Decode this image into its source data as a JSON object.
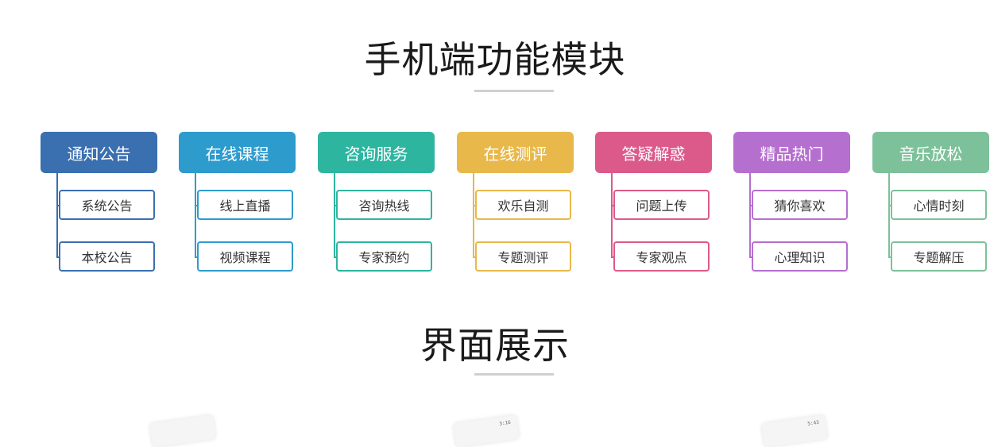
{
  "section1": {
    "title": "手机端功能模块"
  },
  "section2": {
    "title": "界面展示"
  },
  "modules": [
    {
      "title": "通知公告",
      "color": "#3a6fb0",
      "items": [
        "系统公告",
        "本校公告"
      ]
    },
    {
      "title": "在线课程",
      "color": "#2e9bcd",
      "items": [
        "线上直播",
        "视频课程"
      ]
    },
    {
      "title": "咨询服务",
      "color": "#2db5a0",
      "items": [
        "咨询热线",
        "专家预约"
      ]
    },
    {
      "title": "在线测评",
      "color": "#e8b84a",
      "items": [
        "欢乐自测",
        "专题测评"
      ]
    },
    {
      "title": "答疑解惑",
      "color": "#dc5a8a",
      "items": [
        "问题上传",
        "专家观点"
      ]
    },
    {
      "title": "精品热门",
      "color": "#b56fcf",
      "items": [
        "猜你喜欢",
        "心理知识"
      ]
    },
    {
      "title": "音乐放松",
      "color": "#7dc19a",
      "items": [
        "心情时刻",
        "专题解压"
      ]
    }
  ],
  "showcase": [
    {
      "status": ""
    },
    {
      "status": "3:16"
    },
    {
      "status": "5:43"
    }
  ]
}
